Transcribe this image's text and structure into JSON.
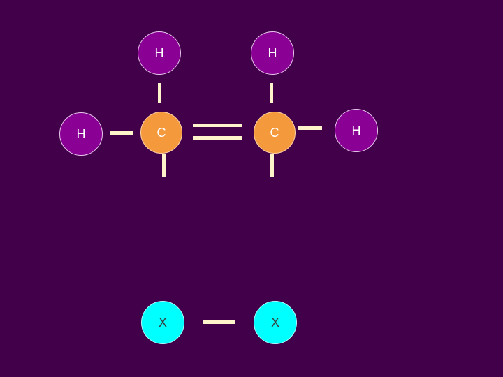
{
  "colors": {
    "background": "#43004a",
    "hydrogen": "#8b0094",
    "carbon": "#f59a3c",
    "x_atom": "#00ffff",
    "bond": "#fff3cc"
  },
  "atoms": {
    "h_top_left": {
      "label": "H",
      "element": "hydrogen"
    },
    "h_top_right": {
      "label": "H",
      "element": "hydrogen"
    },
    "h_left": {
      "label": "H",
      "element": "hydrogen"
    },
    "h_right": {
      "label": "H",
      "element": "hydrogen"
    },
    "c_left": {
      "label": "C",
      "element": "carbon"
    },
    "c_right": {
      "label": "C",
      "element": "carbon"
    },
    "x_left": {
      "label": "X",
      "element": "x_atom"
    },
    "x_right": {
      "label": "X",
      "element": "x_atom"
    }
  }
}
